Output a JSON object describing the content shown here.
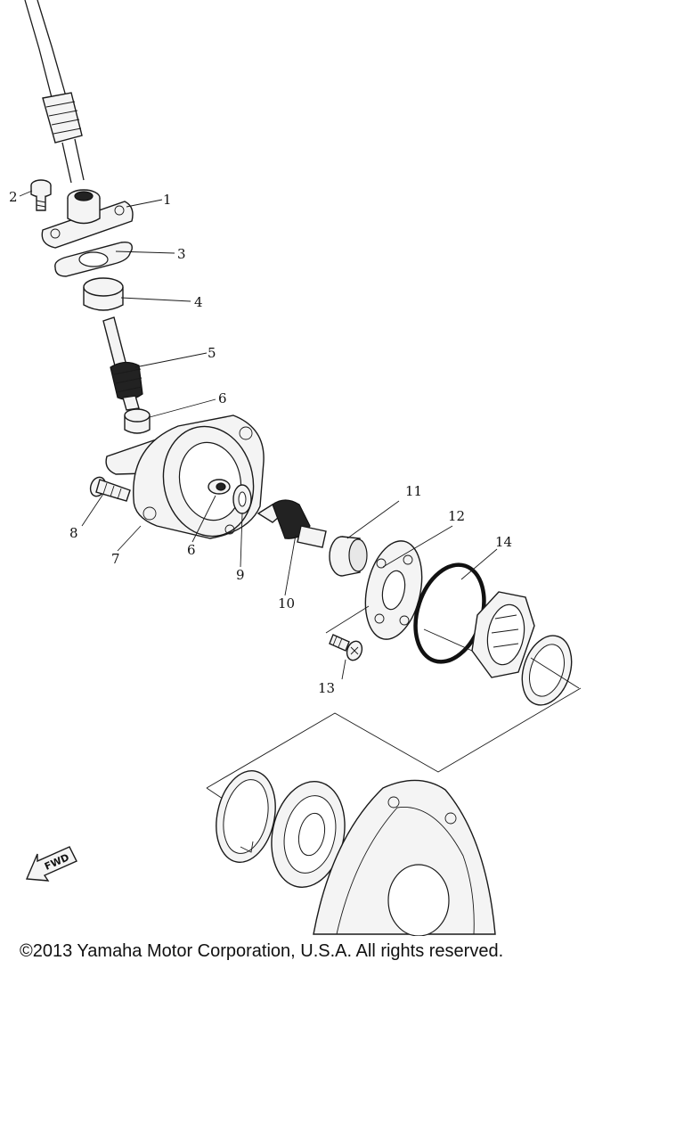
{
  "diagram": {
    "callouts": [
      {
        "id": "1",
        "label": "1"
      },
      {
        "id": "2",
        "label": "2"
      },
      {
        "id": "3",
        "label": "3"
      },
      {
        "id": "4",
        "label": "4"
      },
      {
        "id": "5",
        "label": "5"
      },
      {
        "id": "6a",
        "label": "6"
      },
      {
        "id": "6b",
        "label": "6"
      },
      {
        "id": "7",
        "label": "7"
      },
      {
        "id": "8",
        "label": "8"
      },
      {
        "id": "9",
        "label": "9"
      },
      {
        "id": "10",
        "label": "10"
      },
      {
        "id": "11",
        "label": "11"
      },
      {
        "id": "12",
        "label": "12"
      },
      {
        "id": "13",
        "label": "13"
      },
      {
        "id": "14",
        "label": "14"
      }
    ],
    "fwd_label": "FWD"
  },
  "copyright": "©2013 Yamaha Motor Corporation, U.S.A. All rights reserved."
}
